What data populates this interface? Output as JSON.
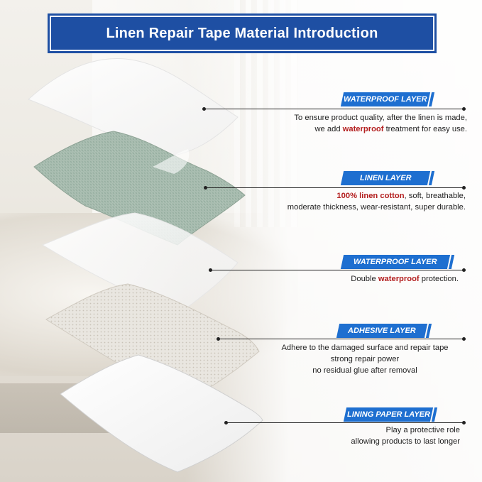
{
  "title": "Linen Repair Tape Material Introduction",
  "colors": {
    "title_bg": "#1e4fa3",
    "badge_bg": "#1e6fd0",
    "highlight": "#b31e1e"
  },
  "layers": [
    {
      "label": "WATERPROOF LAYER",
      "line1": "To ensure product quality, after the linen is made,",
      "line2_pre": "we add ",
      "line2_hl": "waterproof",
      "line2_post": " treatment for easy use."
    },
    {
      "label": "LINEN LAYER",
      "line1_hl": "100% linen  cotton",
      "line1_post": ", soft, breathable,",
      "line2": "moderate thickness, wear-resistant, super durable."
    },
    {
      "label": "WATERPROOF LAYER",
      "line1_pre": "Double ",
      "line1_hl": "waterproof",
      "line1_post": " protection."
    },
    {
      "label": "ADHESIVE LAYER",
      "line1": "Adhere to the damaged surface and repair tape",
      "line2": "strong repair power",
      "line3": "no residual glue after removal"
    },
    {
      "label": "LINING PAPER LAYER",
      "line1": "Play a protective role",
      "line2": "allowing products to last longer"
    }
  ]
}
